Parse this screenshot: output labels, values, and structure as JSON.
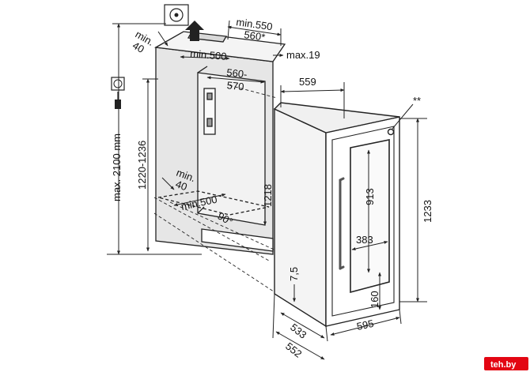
{
  "niche": {
    "max_height": "max. 2100 mm",
    "niche_height": "1220-1236",
    "top_vent_min": "min.\n40",
    "top_vent_opening": "min.500",
    "top_width_min": "min.550",
    "top_width_alt": "560*",
    "top_gap_max": "max.19",
    "inner_width": "560-\n570",
    "bottom_vent_min": "min.\n40",
    "bottom_vent_opening": "min.500",
    "angle": "90°",
    "inner_height": "1218"
  },
  "appliance": {
    "depth": "559",
    "note_marker": "**",
    "window_height": "913",
    "window_width": "383",
    "total_height": "1233",
    "plinth_offset": "7,5",
    "bottom_offset": "160",
    "depth_body": "533",
    "depth_total": "552",
    "width": "595"
  },
  "watermark": {
    "text": "teh.by"
  },
  "colors": {
    "line": "#222222",
    "wall_fill": "#e6e6e6",
    "niche_fill": "#f2f2f2",
    "appliance_fill": "#ffffff",
    "handle": "#555555",
    "watermark_bg": "#e30613"
  }
}
